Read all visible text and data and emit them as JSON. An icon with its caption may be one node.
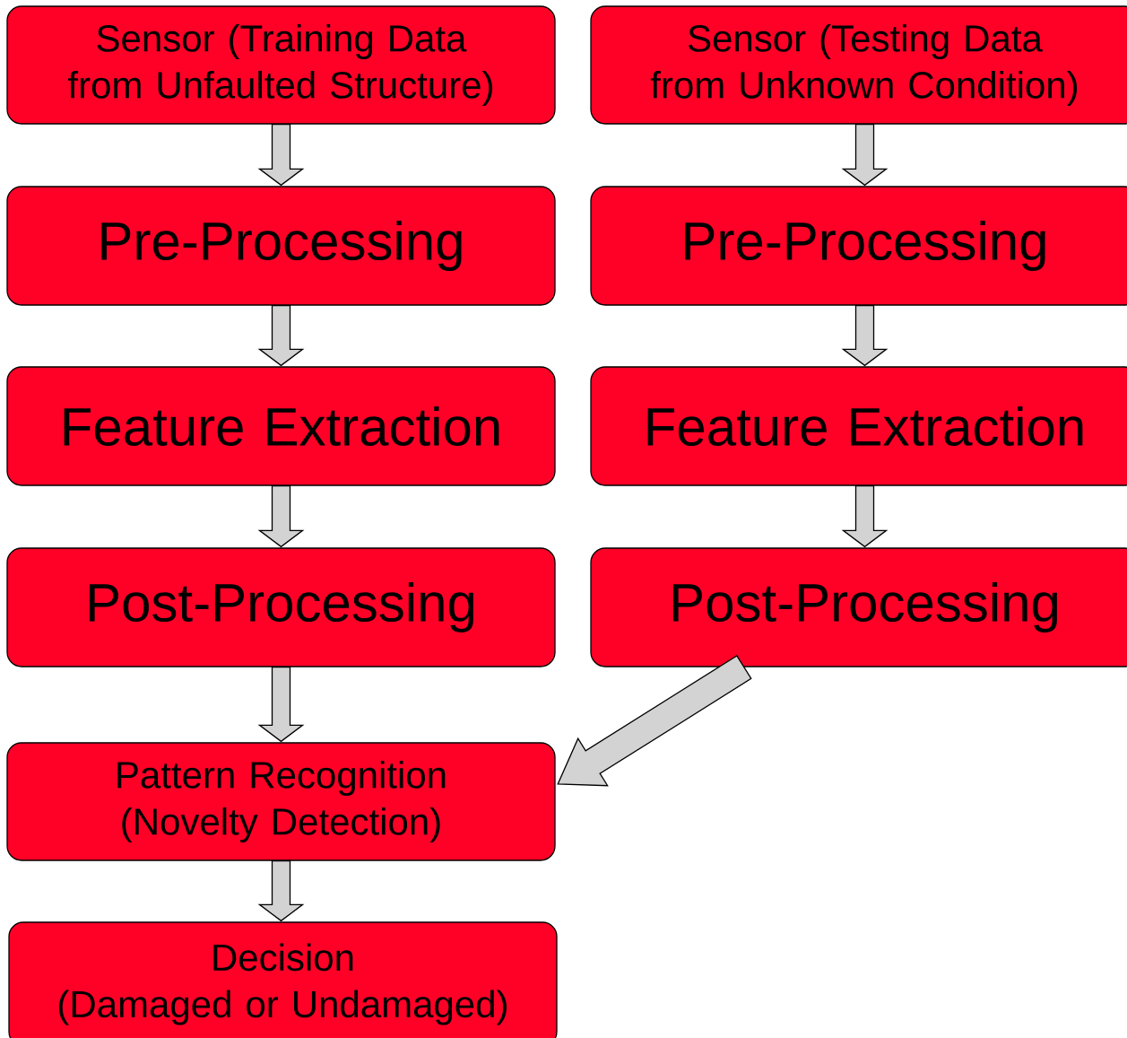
{
  "diagram": {
    "nodes": [
      {
        "text": [
          "Sensor (Training Data from Unfaulted Structure)"
        ]
      },
      {
        "text": [
          "Sensor (Testing Data from Unknown Condition)"
        ]
      },
      {
        "text": [
          "Pre-Processing"
        ]
      },
      {
        "text": [
          "Pre-Processing"
        ]
      },
      {
        "text": [
          "Feature Extraction"
        ]
      },
      {
        "text": [
          "Feature Extraction"
        ]
      },
      {
        "text": [
          "Post-Processing"
        ]
      },
      {
        "text": [
          "Post-Processing"
        ]
      },
      {
        "text": [
          "Pattern Recognition",
          "(Novelty Detection)"
        ]
      },
      {
        "text": [
          "Decision",
          "(Damaged or Undamaged)"
        ]
      }
    ],
    "edges": [
      {
        "from": 0,
        "to": 2,
        "arrow": "to"
      },
      {
        "from": 2,
        "to": 4,
        "arrow": "to"
      },
      {
        "from": 4,
        "to": 6,
        "arrow": "to"
      },
      {
        "from": 6,
        "to": 8,
        "arrow": "to"
      },
      {
        "from": 8,
        "to": 9,
        "arrow": "to"
      },
      {
        "from": 1,
        "to": 3,
        "arrow": "to"
      },
      {
        "from": 3,
        "to": 5,
        "arrow": "to"
      },
      {
        "from": 5,
        "to": 7,
        "arrow": "to"
      },
      {
        "from": 7,
        "to": 8,
        "arrow": "to"
      }
    ]
  }
}
